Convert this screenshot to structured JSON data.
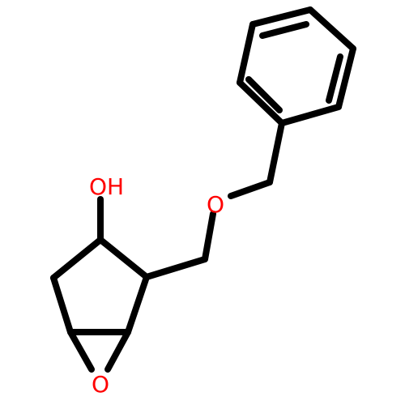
{
  "molecule": {
    "atom_labels": {
      "hydroxyl": "OH",
      "ether_oxygen": "O",
      "epoxide_oxygen": "O"
    },
    "colors": {
      "bond": "#000000",
      "oxygen": "#ff0000",
      "background": "#ffffff"
    }
  }
}
